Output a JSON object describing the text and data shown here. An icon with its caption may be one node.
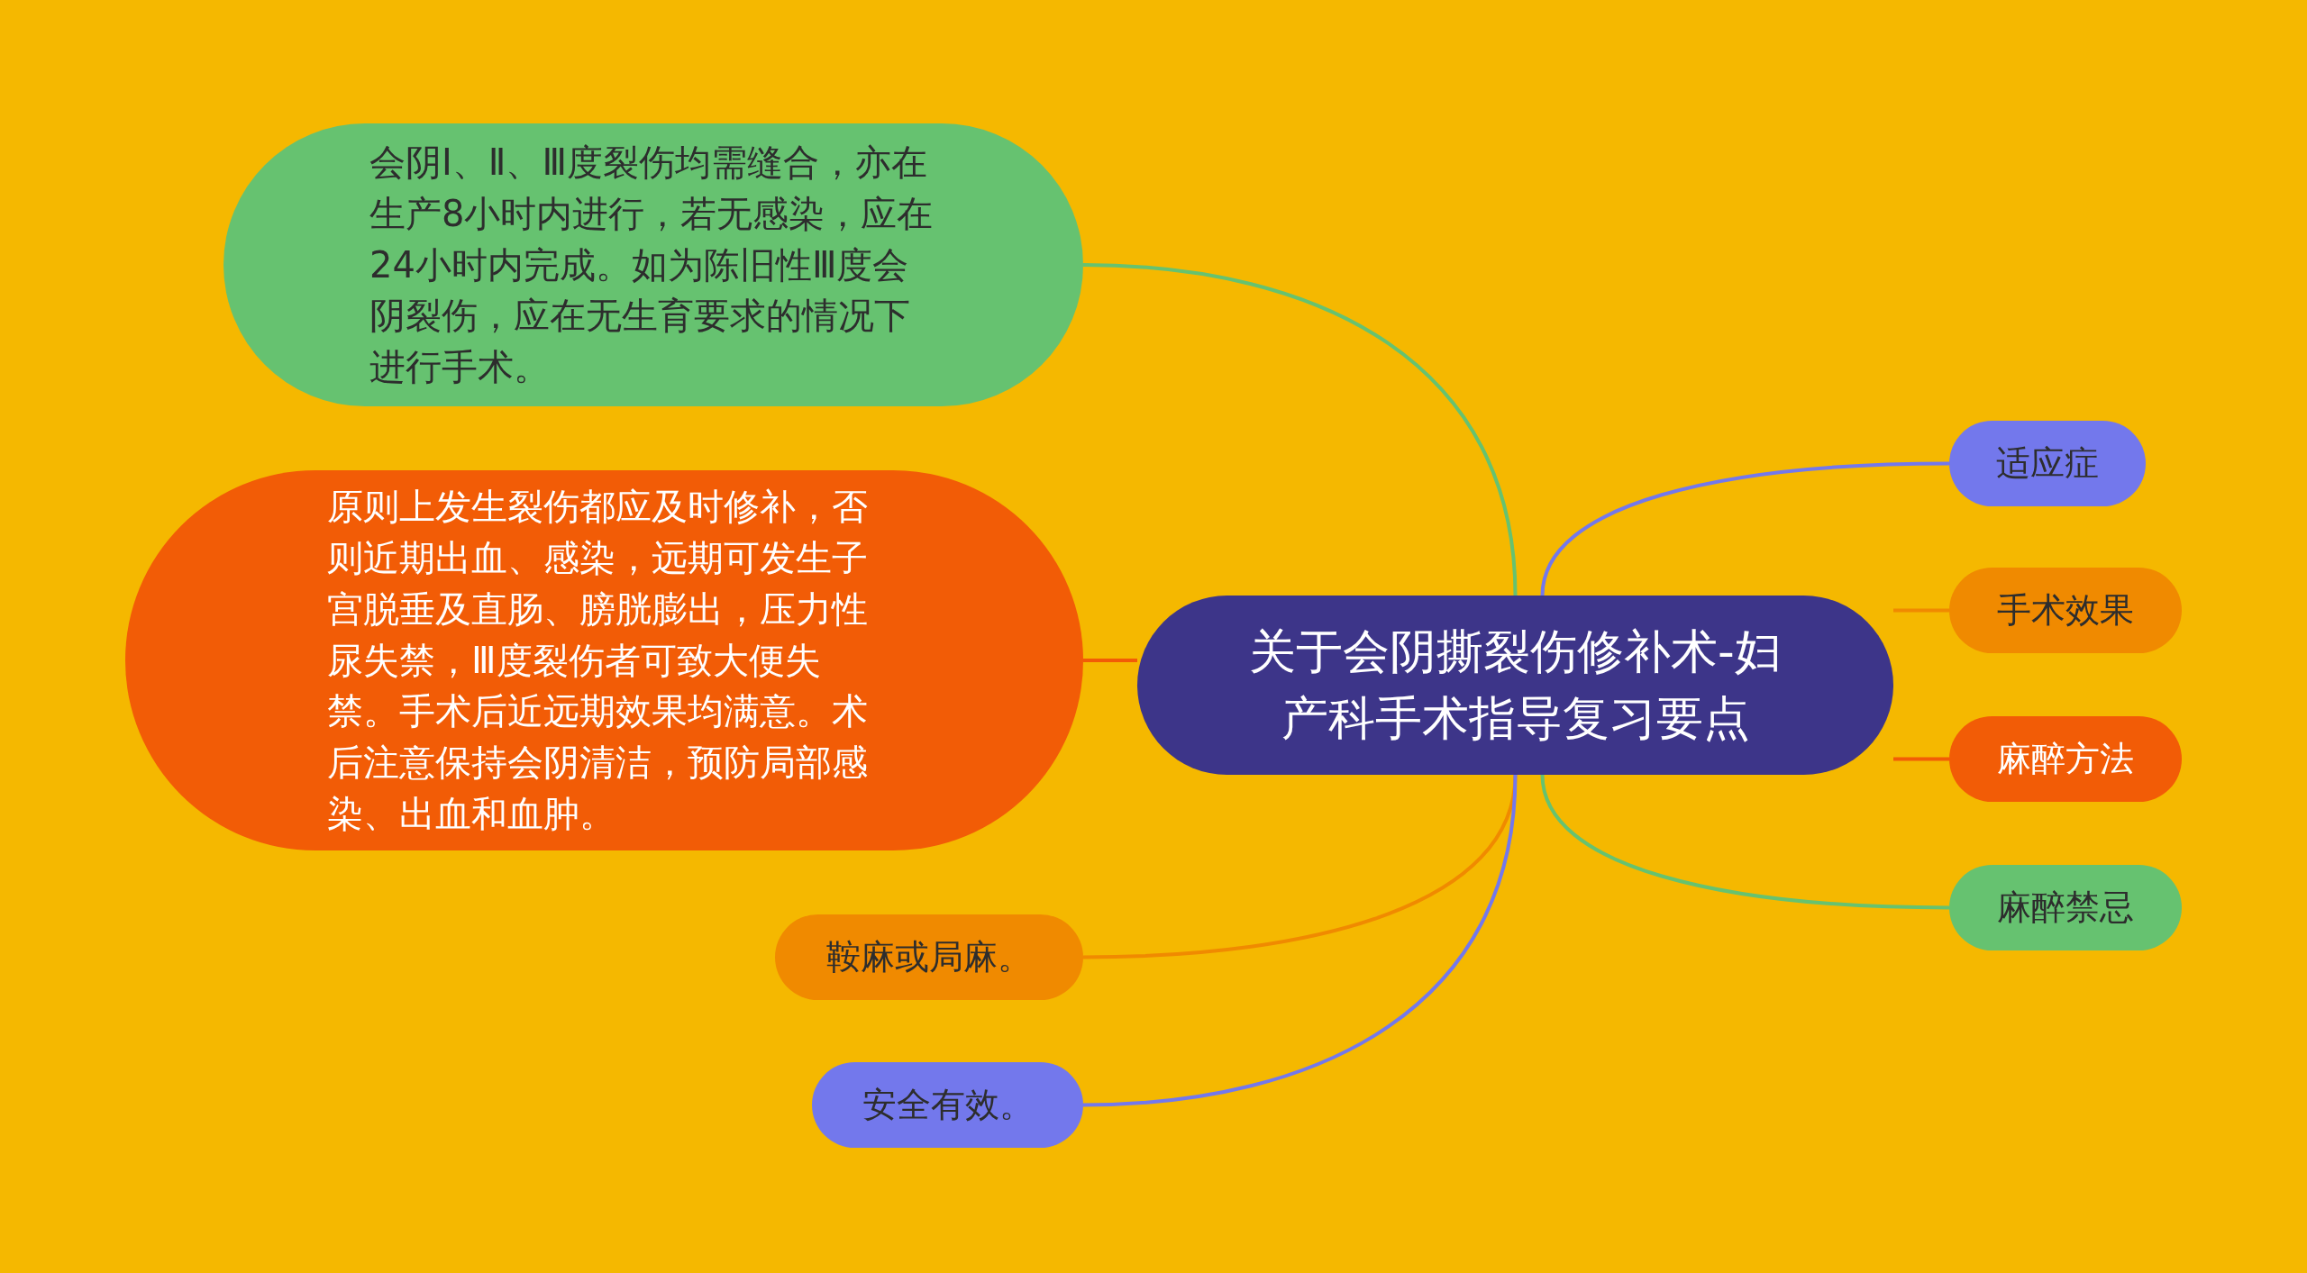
{
  "diagram": {
    "nodes": [
      {
        "text": [
          "关于会阴撕裂伤修补术-妇产科手术指导复习要点"
        ]
      },
      {
        "text": [
          "会阴Ⅰ、Ⅱ、Ⅲ度裂伤均需缝合，亦在生产8小时内进行，若无感染，应在24小时内完成。如为陈旧性Ⅲ度会阴裂伤，应在无生育要求的情况下进行手术。"
        ]
      },
      {
        "text": [
          "原则上发生裂伤都应及时修补，否则近期出血、感染，远期可发生子宫脱垂及直肠、膀胱膨出，压力性尿失禁，Ⅲ度裂伤者可致大便失禁。手术后近远期效果均满意。术后注意保持会阴清洁，预防局部感染、出血和血肿。"
        ]
      },
      {
        "text": [
          "适应症"
        ]
      },
      {
        "text": [
          "手术效果"
        ]
      },
      {
        "text": [
          "麻醉方法"
        ]
      },
      {
        "text": [
          "麻醉禁忌"
        ]
      },
      {
        "text": [
          "鞍麻或局麻。"
        ]
      },
      {
        "text": [
          "安全有效。"
        ]
      }
    ],
    "edges": [
      {
        "from": 0,
        "to": 3,
        "arrow": "none",
        "color": "#7378ec"
      },
      {
        "from": 0,
        "to": 4,
        "arrow": "none",
        "color": "#f08a00"
      },
      {
        "from": 0,
        "to": 5,
        "arrow": "none",
        "color": "#f25c06"
      },
      {
        "from": 0,
        "to": 6,
        "arrow": "none",
        "color": "#66c270"
      },
      {
        "from": 0,
        "to": 1,
        "arrow": "none",
        "color": "#66c270"
      },
      {
        "from": 0,
        "to": 2,
        "arrow": "none",
        "color": "#f25c06"
      },
      {
        "from": 0,
        "to": 7,
        "arrow": "none",
        "color": "#f08a00"
      },
      {
        "from": 0,
        "to": 8,
        "arrow": "none",
        "color": "#7378ec"
      }
    ]
  }
}
